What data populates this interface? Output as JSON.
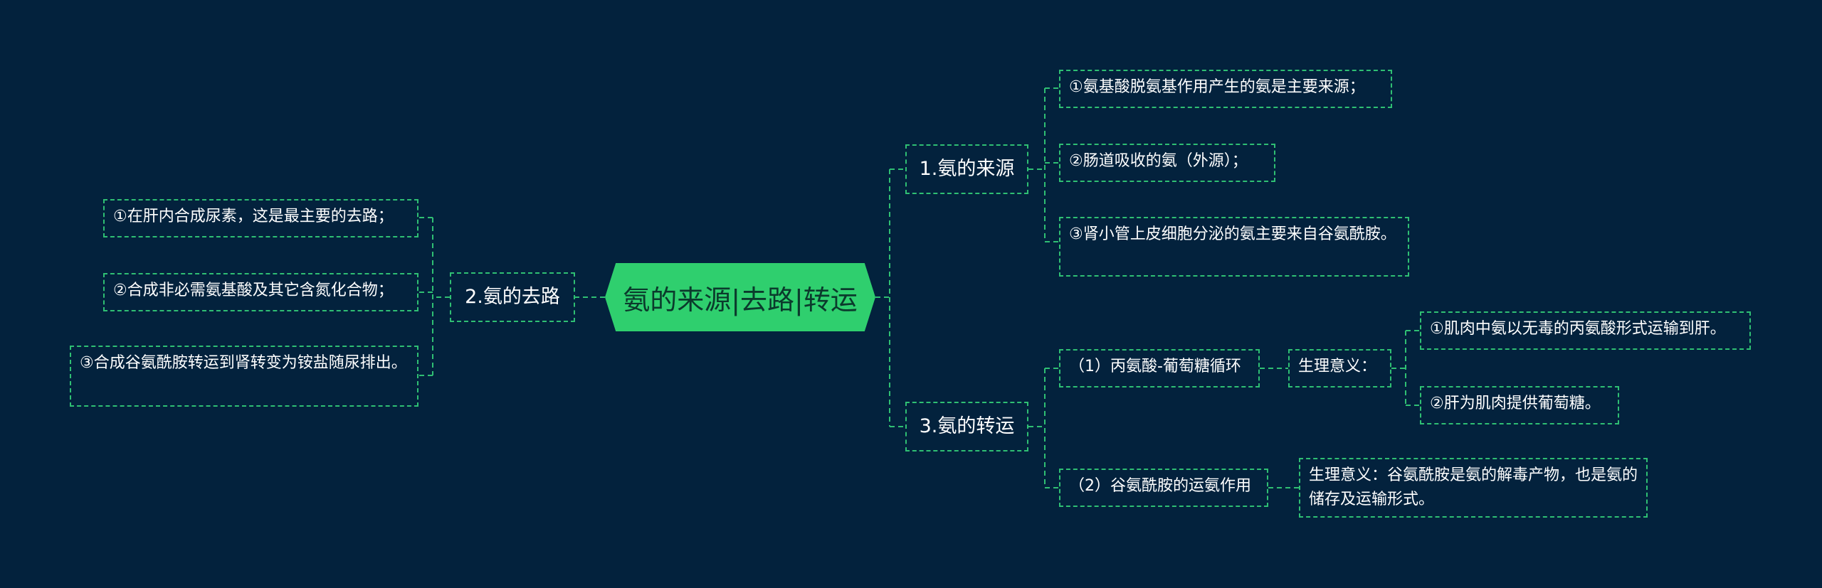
{
  "root": "氨的来源|去路|转运",
  "source": {
    "title": "1.氨的来源",
    "items": [
      "①氨基酸脱氨基作用产生的氨是主要来源；",
      "②肠道吸收的氨（外源）；",
      "③肾小管上皮细胞分泌的氨主要来自谷氨酰胺。"
    ]
  },
  "fate": {
    "title": "2.氨的去路",
    "items": [
      "①在肝内合成尿素，这是最主要的去路；",
      "②合成非必需氨基酸及其它含氮化合物；",
      "③合成谷氨酰胺转运到肾转变为铵盐随尿排出。"
    ]
  },
  "transport": {
    "title": "3.氨的转运",
    "alanine_cycle": "（1）丙氨酸-葡萄糖循环",
    "alanine_significance": "生理意义：",
    "significance_items": [
      "①肌肉中氨以无毒的丙氨酸形式运输到肝。",
      "②肝为肌肉提供葡萄糖。"
    ],
    "glutamine": "（2）谷氨酰胺的运氨作用",
    "glutamine_significance": "生理意义：谷氨酰胺是氨的解毒产物，也是氨的储存及运输形式。"
  },
  "colors": {
    "background": "#03223d",
    "accent": "#2fcf6e",
    "line": "#2fbf73"
  }
}
